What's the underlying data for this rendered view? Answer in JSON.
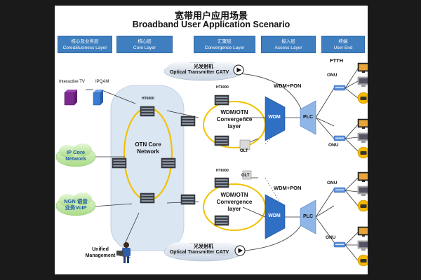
{
  "title_cn": "宽带用户应用场景",
  "title_en": "Broadband User Application Scenario",
  "layers": [
    {
      "cn": "核心及业务层",
      "en": "Core&Business Layer"
    },
    {
      "cn": "核心层",
      "en": "Core Layer"
    },
    {
      "cn": "汇聚层",
      "en": "Convergence Layer"
    },
    {
      "cn": "接入层",
      "en": "Access Layer"
    },
    {
      "cn": "终端",
      "en": "User End"
    }
  ],
  "catv_top": {
    "cn": "光发射机",
    "en": "Optical Transmitter CATV"
  },
  "catv_bottom": {
    "cn": "光发射机",
    "en": "Optical Transmitter CATV"
  },
  "ftth": "FTTH",
  "interactive_tv": "Interactive TV",
  "ipqam": "IPQAM",
  "ht6000": "HT6000",
  "otn_core": "OTN Core Network",
  "ip_core": "IP Core Network",
  "ngn_voip": [
    "NGN 语音",
    "业务VoIP"
  ],
  "wdm_otn_layer": [
    "WDM/OTN",
    "Convergence",
    "layer"
  ],
  "wdm_pon": "WDM+PON",
  "wdm": "WDM",
  "plc": "PLC",
  "olt": "OLT",
  "onu": "ONU",
  "unified_mgmt": [
    "Unified",
    "Management"
  ],
  "colors": {
    "layer_blue": "#3f7fbf",
    "ring_yellow": "#f2c200",
    "cloud_green": "#c9ecb0",
    "wdm_blue": "#2f6fc4",
    "plc_blue": "#8fb6e6",
    "core_zone": "#dbe6f3"
  }
}
